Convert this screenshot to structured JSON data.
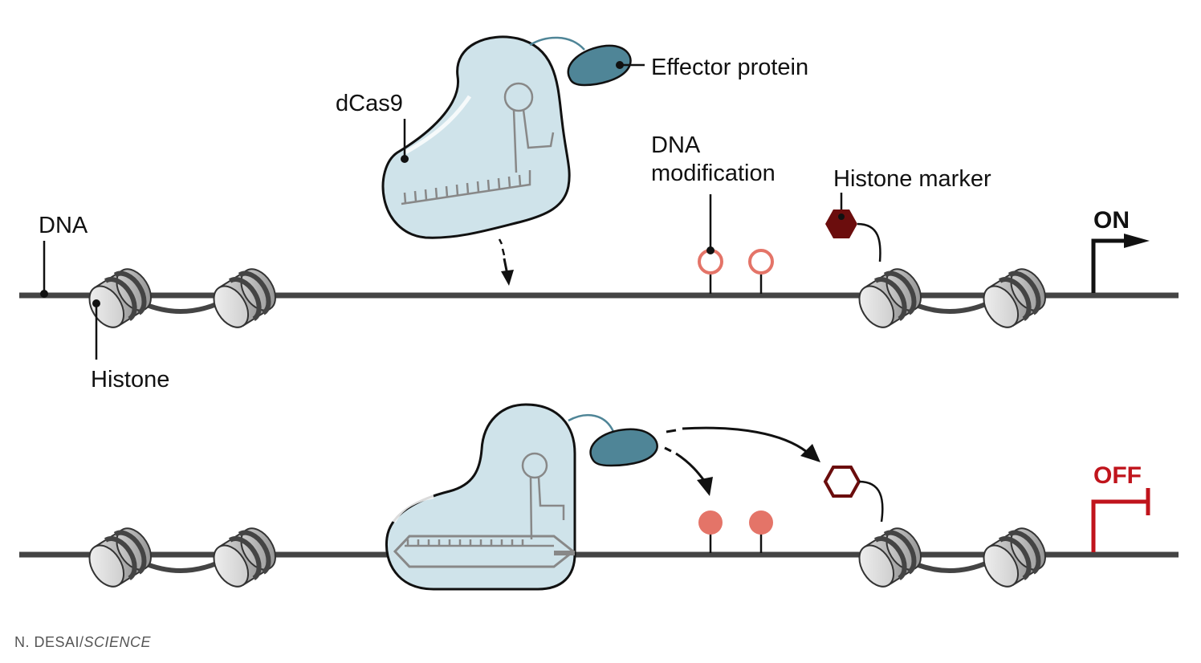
{
  "labels": {
    "effector_protein": "Effector protein",
    "dcas9": "dCas9",
    "dna_modification_line1": "DNA",
    "dna_modification_line2": "modification",
    "histone_marker": "Histone marker",
    "dna": "DNA",
    "histone": "Histone"
  },
  "status": {
    "on": "ON",
    "off": "OFF"
  },
  "credit": {
    "author": "N. DESAI/",
    "publication": "SCIENCE"
  },
  "colors": {
    "dna_strand": "#444444",
    "dcas9_fill": "#cfe3ea",
    "effector_fill": "#4f8597",
    "methyl_mark": "#e47468",
    "histone_marker": "#6b0d0d",
    "on_arrow": "#111111",
    "off_arrow": "#c0141c"
  }
}
